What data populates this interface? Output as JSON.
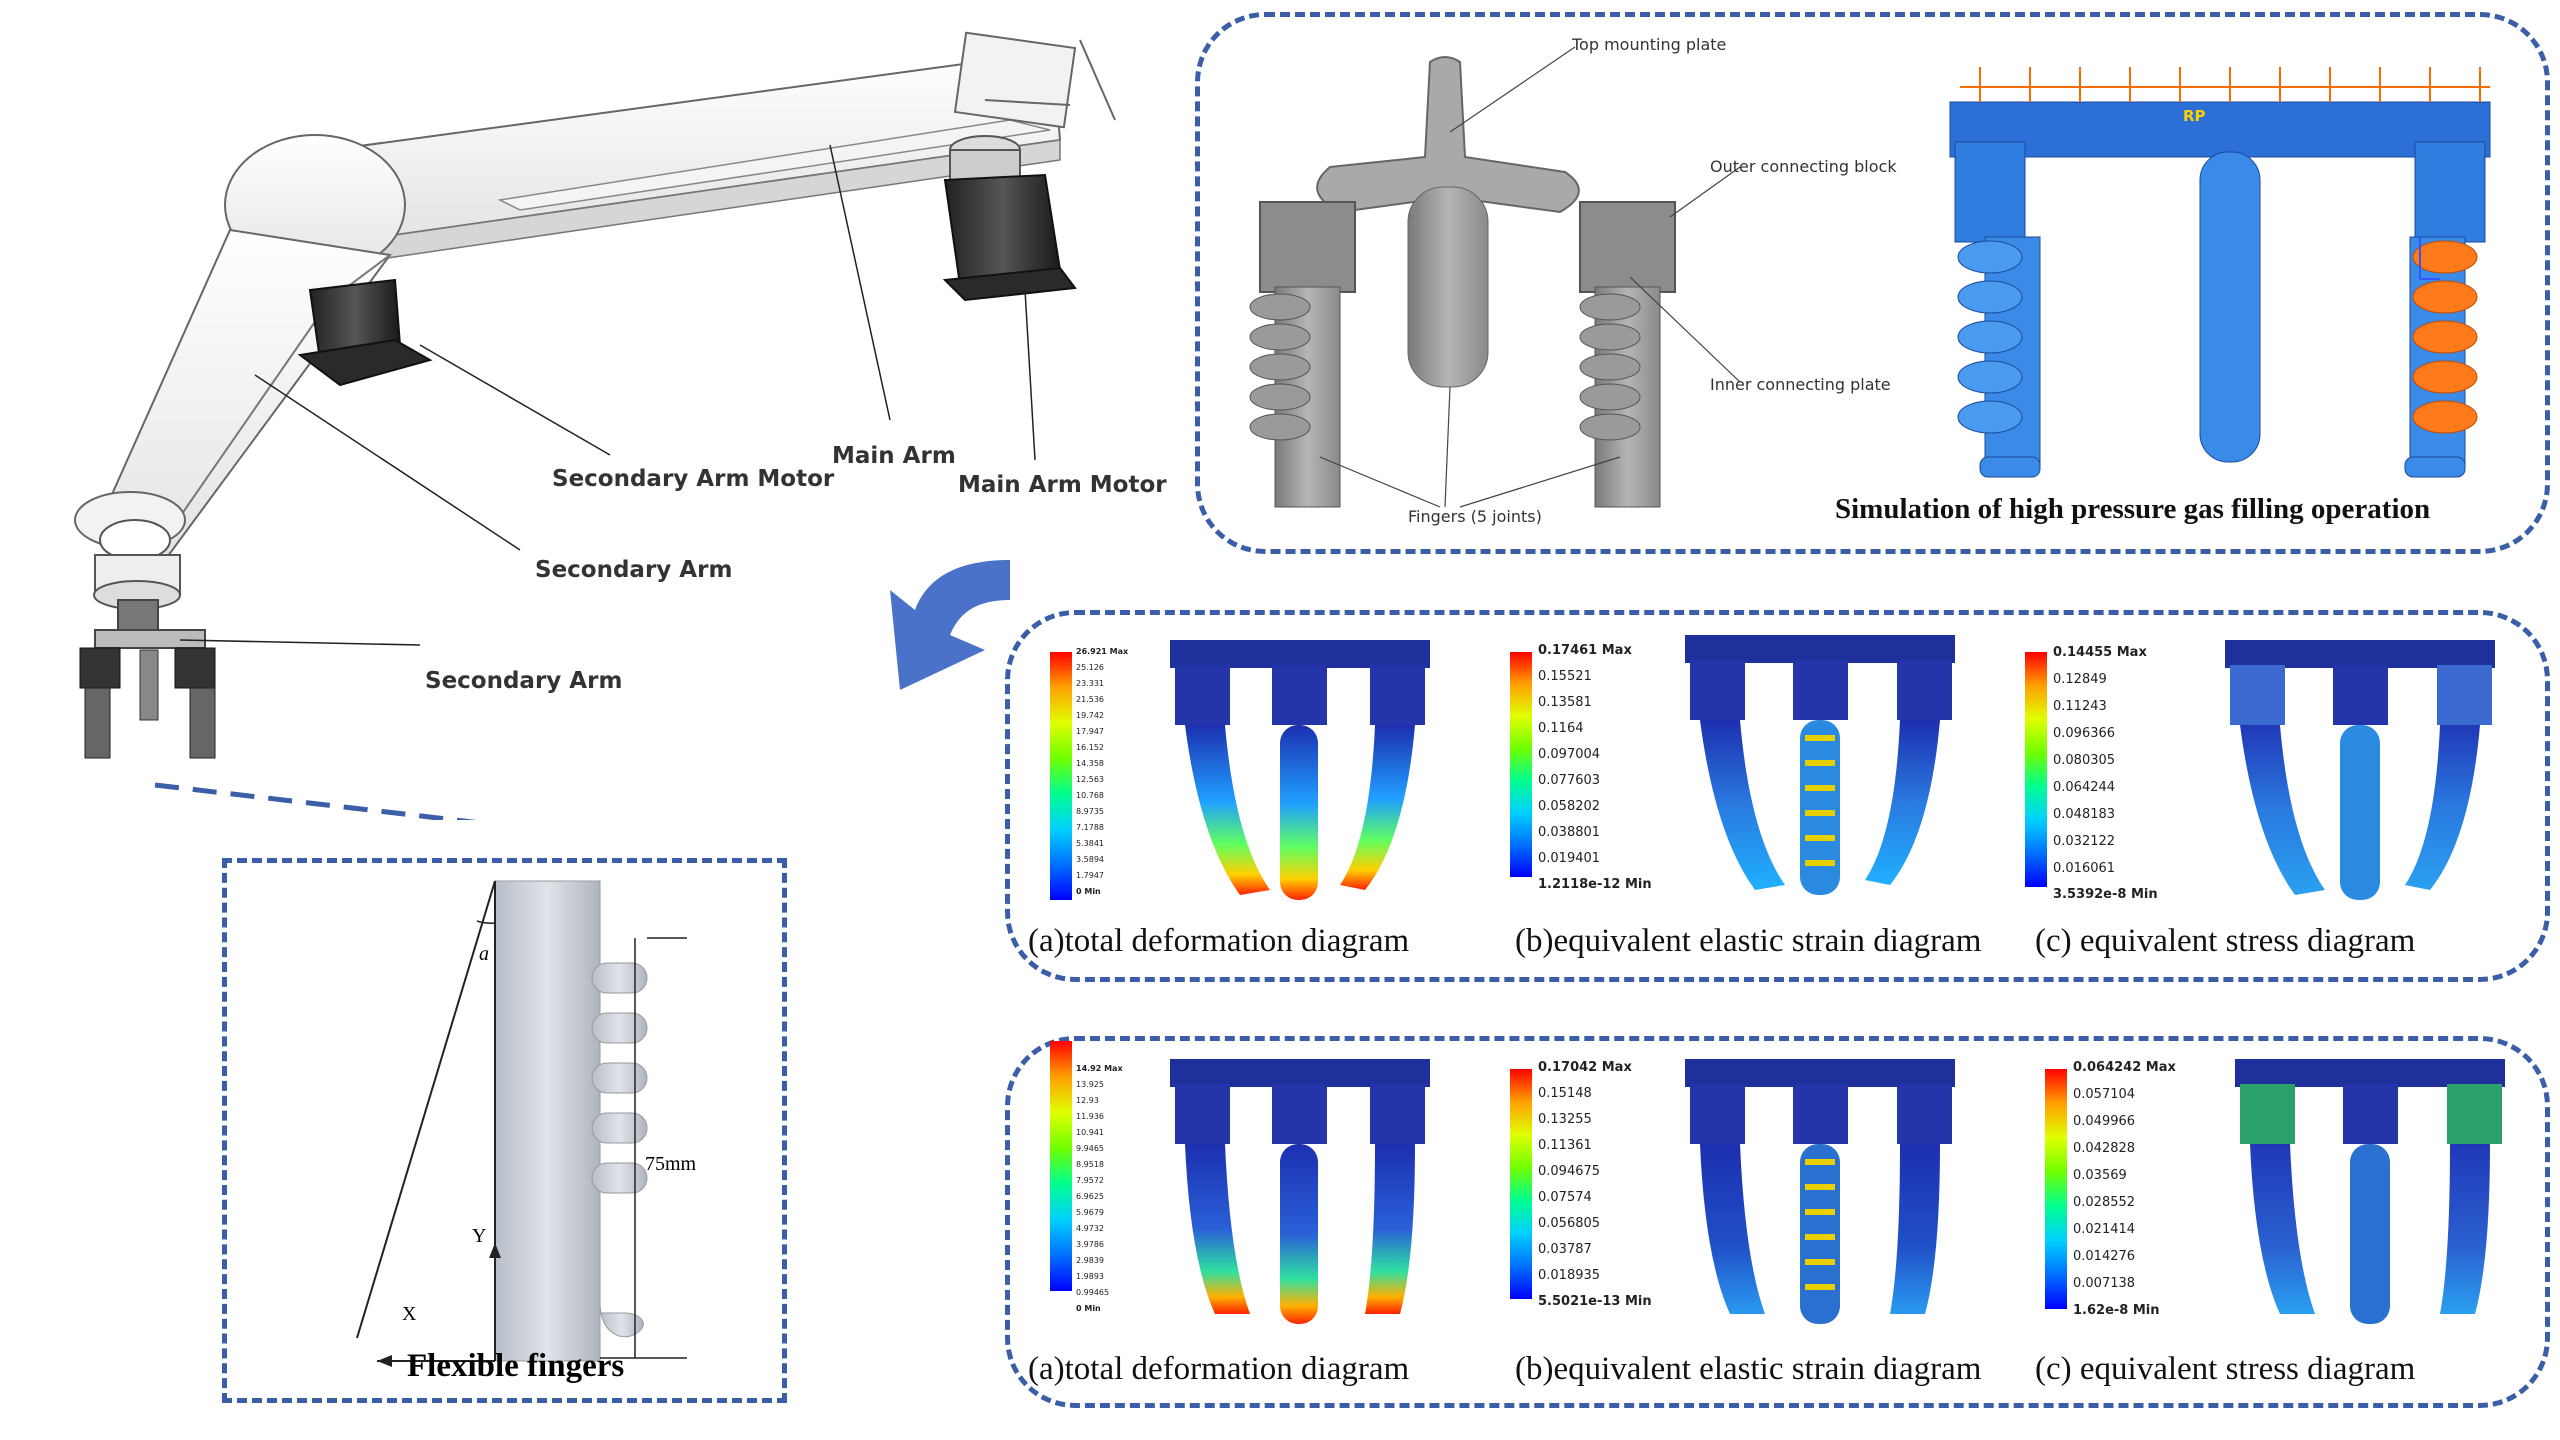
{
  "arm": {
    "secondary_arm_motor": "Secondary Arm Motor",
    "main_arm": "Main Arm",
    "main_arm_motor": "Main Arm Motor",
    "secondary_arm": "Secondary Arm",
    "secondary_arm_2": "Secondary Arm"
  },
  "gripper": {
    "top_mounting_plate": "Top mounting plate",
    "outer_connecting_block": "Outer connecting block",
    "inner_connecting_plate": "Inner connecting plate",
    "fingers": "Fingers (5 joints)",
    "simulation_title": "Simulation of high pressure gas filling operation",
    "rp_label": "RP"
  },
  "finger": {
    "title": "Flexible fingers",
    "length": "75mm",
    "angle_symbol": "a",
    "axis_x": "X",
    "axis_y": "Y"
  },
  "colors": {
    "panel_border": "#3a5ea8",
    "arrow": "#4a72c8",
    "scale": [
      "#0000ff",
      "#0050ff",
      "#00a0ff",
      "#00e0e0",
      "#00ffa0",
      "#40ff40",
      "#a0ff00",
      "#e0ff00",
      "#ffd000",
      "#ff8000",
      "#ff0000"
    ]
  },
  "results": [
    {
      "scale_a": [
        "26.921 Max",
        "25.126",
        "23.331",
        "21.536",
        "19.742",
        "17.947",
        "16.152",
        "14.358",
        "12.563",
        "10.768",
        "8.9735",
        "7.1788",
        "5.3841",
        "3.5894",
        "1.7947",
        "0 Min"
      ],
      "scale_b": [
        "0.17461 Max",
        "0.15521",
        "0.13581",
        "0.1164",
        "0.097004",
        "0.077603",
        "0.058202",
        "0.038801",
        "0.019401",
        "1.2118e-12 Min"
      ],
      "scale_c": [
        "0.14455 Max",
        "0.12849",
        "0.11243",
        "0.096366",
        "0.080305",
        "0.064244",
        "0.048183",
        "0.032122",
        "0.016061",
        "3.5392e-8 Min"
      ],
      "caption_a": "(a)total deformation diagram",
      "caption_b": "(b)equivalent elastic strain diagram",
      "caption_c": "(c) equivalent stress diagram"
    },
    {
      "scale_a": [
        "14.92 Max",
        "13.925",
        "12.93",
        "11.936",
        "10.941",
        "9.9465",
        "8.9518",
        "7.9572",
        "6.9625",
        "5.9679",
        "4.9732",
        "3.9786",
        "2.9839",
        "1.9893",
        "0.99465",
        "0 Min"
      ],
      "scale_b": [
        "0.17042 Max",
        "0.15148",
        "0.13255",
        "0.11361",
        "0.094675",
        "0.07574",
        "0.056805",
        "0.03787",
        "0.018935",
        "5.5021e-13 Min"
      ],
      "scale_c": [
        "0.064242 Max",
        "0.057104",
        "0.049966",
        "0.042828",
        "0.03569",
        "0.028552",
        "0.021414",
        "0.014276",
        "0.007138",
        "1.62e-8 Min"
      ],
      "caption_a": "(a)total deformation diagram",
      "caption_b": "(b)equivalent elastic strain diagram",
      "caption_c": "(c) equivalent stress diagram"
    }
  ]
}
